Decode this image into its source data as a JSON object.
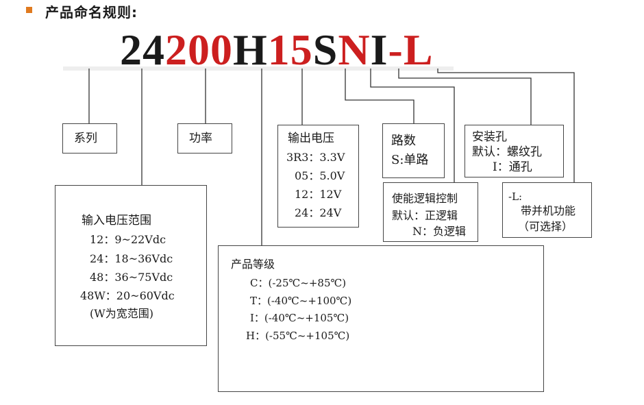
{
  "heading": "产品命名规则:",
  "code_segments": [
    {
      "text": "24",
      "color": "#1a1a1a"
    },
    {
      "text": "200",
      "color": "#cc1f1f"
    },
    {
      "text": "H",
      "color": "#1a1a1a"
    },
    {
      "text": "15",
      "color": "#cc1f1f"
    },
    {
      "text": "S",
      "color": "#1a1a1a"
    },
    {
      "text": "N",
      "color": "#cc1f1f"
    },
    {
      "text": "I",
      "color": "#1a1a1a"
    },
    {
      "text": "-L",
      "color": "#cc1f1f"
    }
  ],
  "series": {
    "title": "系列"
  },
  "power": {
    "title": "功率"
  },
  "input_voltage": {
    "title": "输入电压范围",
    "items": [
      "12：9~22Vdc",
      "24：18~36Vdc",
      "48：36~75Vdc",
      "48W：20~60Vdc",
      "(W为宽范围)"
    ]
  },
  "output_voltage": {
    "title": "输出电压",
    "items": [
      "3R3：3.3V",
      "05：5.0V",
      "12：12V",
      "24：24V"
    ]
  },
  "grade": {
    "title": "产品等级",
    "items": [
      "C：(-25℃~+85℃)",
      "T：(-40℃~+100℃)",
      "I：(-40℃~+105℃)",
      "H：(-55℃~+105℃)"
    ]
  },
  "channels": {
    "title": "路数",
    "items": [
      "S:单路"
    ]
  },
  "enable_logic": {
    "title": "使能逻辑控制",
    "items": [
      "默认：正逻辑",
      "N：负逻辑"
    ]
  },
  "mount_hole": {
    "title": "安装孔",
    "items": [
      "默认：螺纹孔",
      "I：通孔"
    ]
  },
  "option_l": {
    "title": "-L:",
    "items": [
      "带并机功能",
      "（可选择）"
    ]
  },
  "colors": {
    "accent_bullet": "#e07a1f",
    "code_red": "#cc1f1f",
    "code_black": "#1a1a1a"
  }
}
